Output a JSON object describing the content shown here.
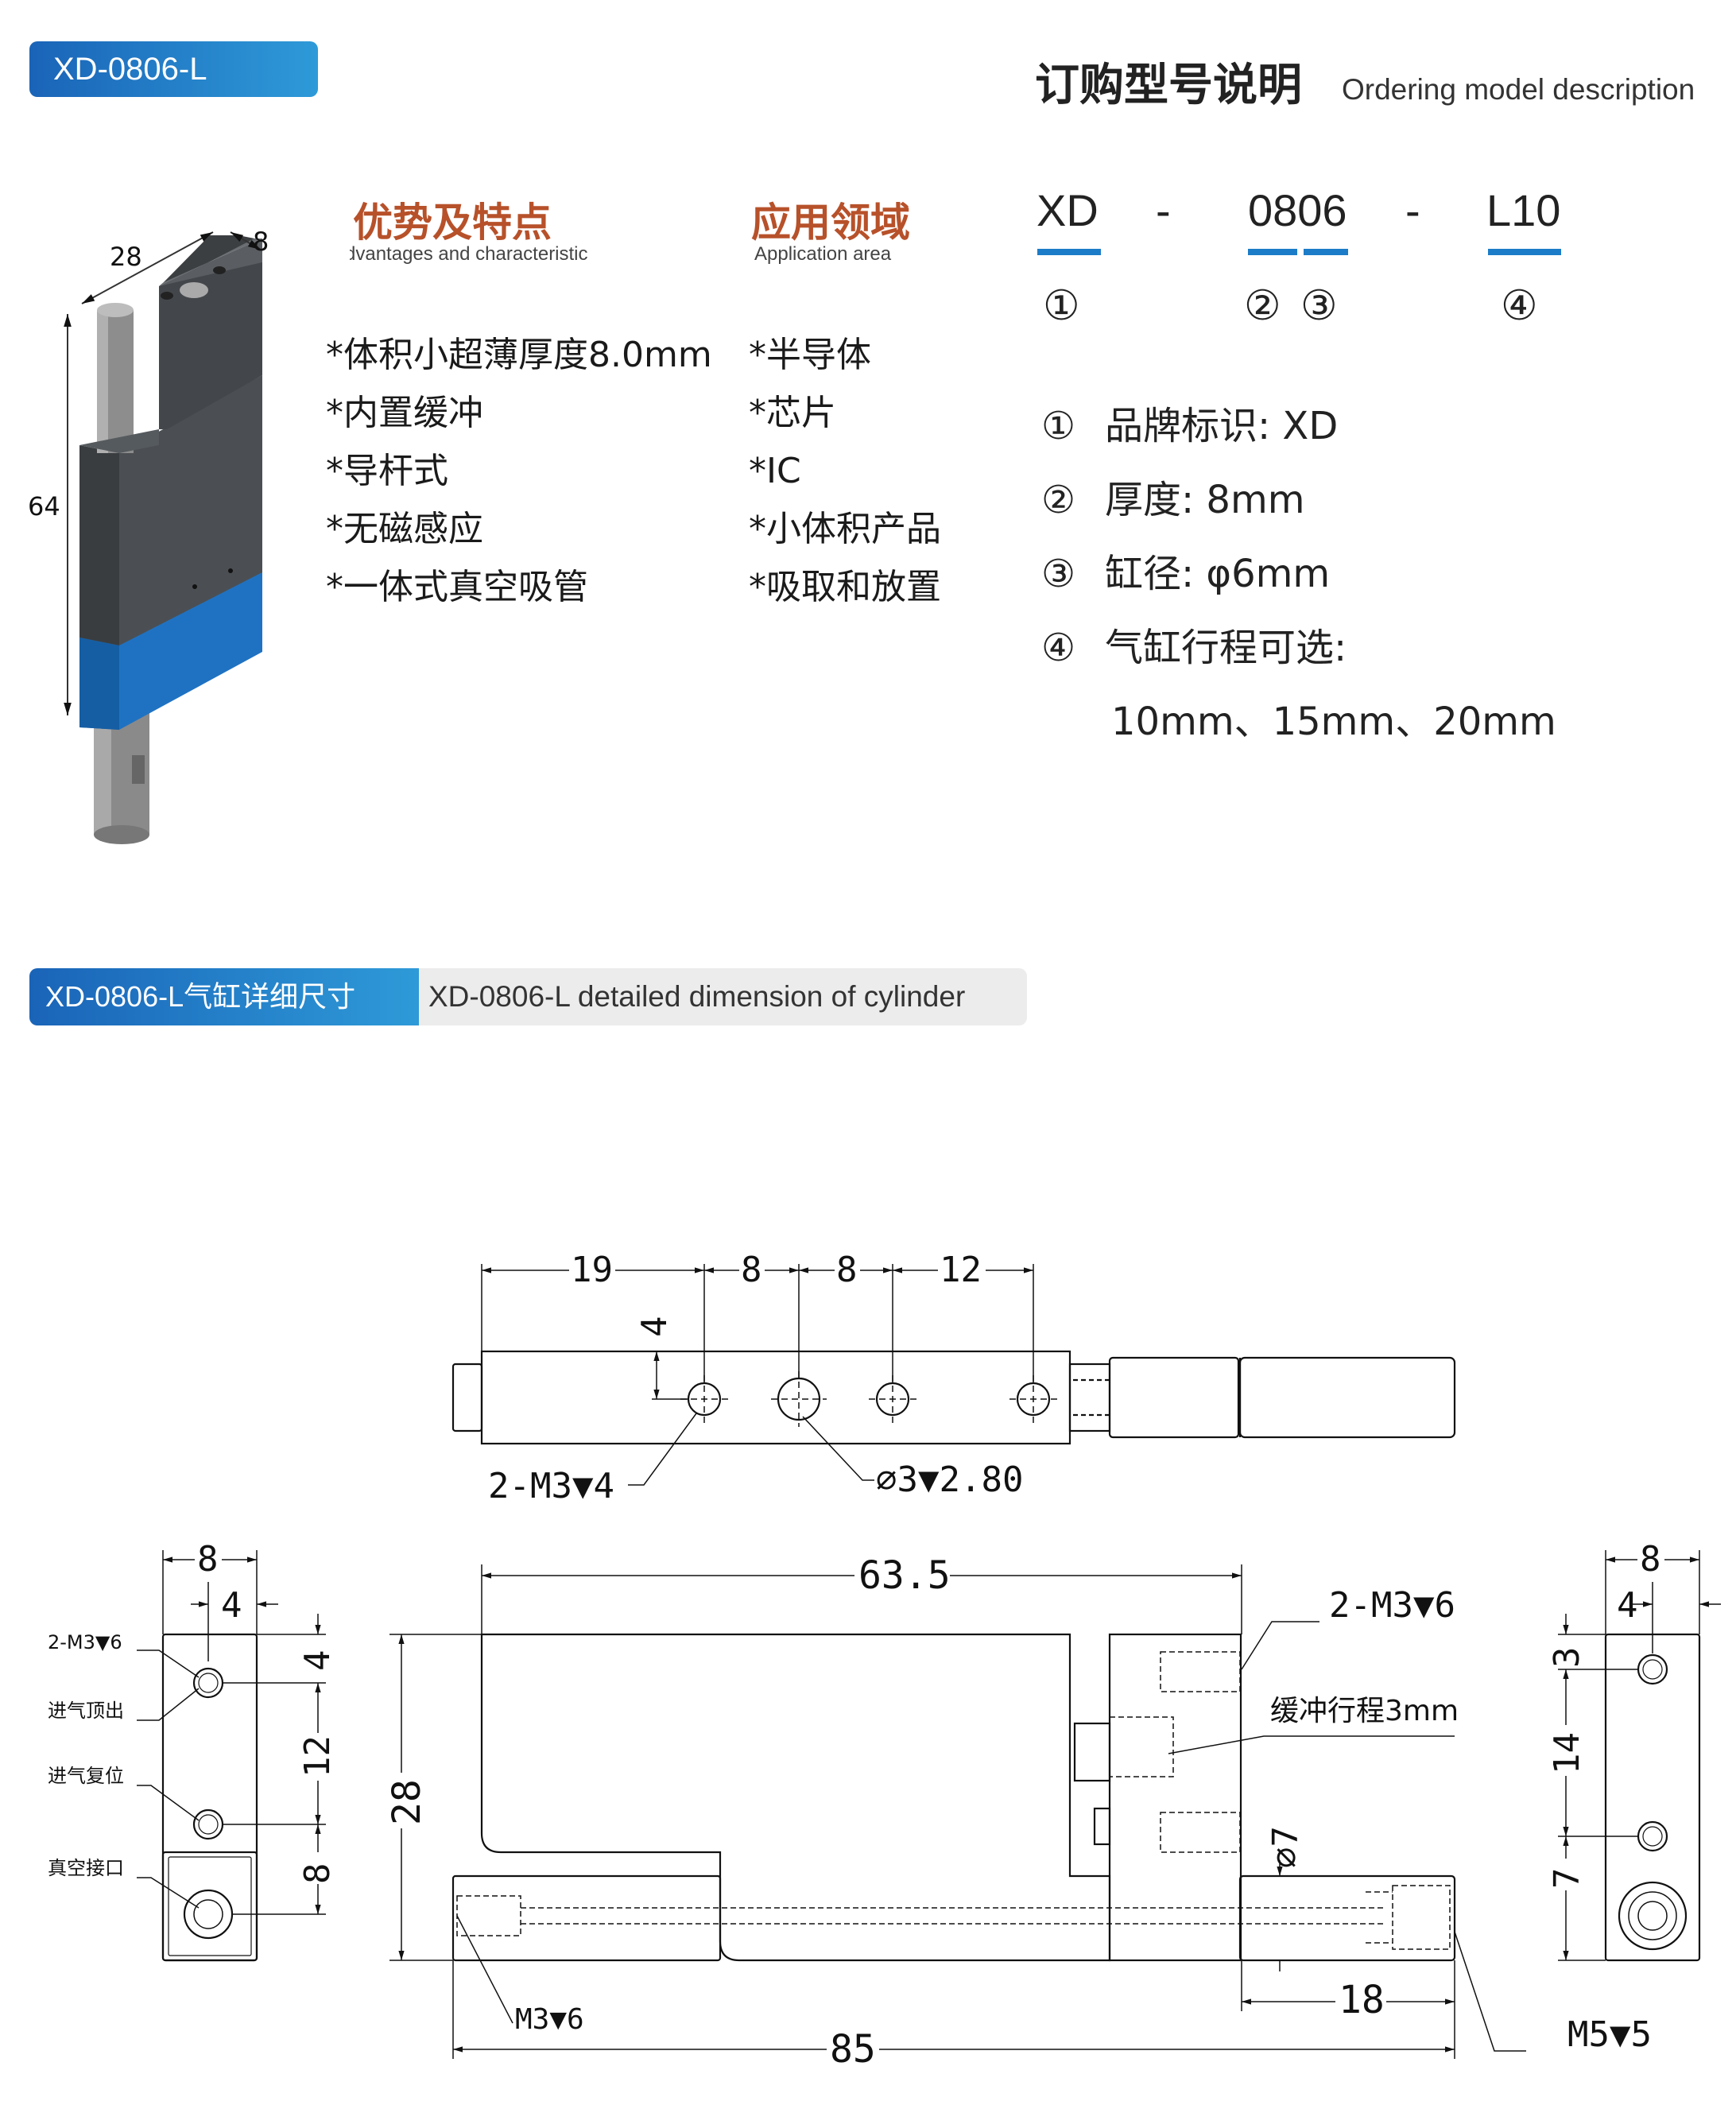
{
  "header": {
    "model_tag": "XD-0806-L",
    "ordering_title": "订购型号说明",
    "ordering_subtitle": "Ordering model description"
  },
  "product_image": {
    "dim_width": "28",
    "dim_depth": "8",
    "dim_height": "64"
  },
  "advantages": {
    "title": "优势及特点",
    "subtitle": "Advantages and characteristics",
    "items": [
      "*体积小超薄厚度8.0mm",
      "*内置缓冲",
      "*导杆式",
      "*无磁感应",
      "*一体式真空吸管"
    ]
  },
  "applications": {
    "title": "应用领域",
    "subtitle": "Application area",
    "items": [
      "*半导体",
      "*芯片",
      "*IC",
      "*小体积产品",
      "*吸取和放置"
    ]
  },
  "model_code": {
    "parts": [
      "XD",
      "-",
      "0806",
      "-",
      "L10"
    ],
    "markers": [
      "①",
      "②",
      "③",
      "④"
    ]
  },
  "specs": [
    {
      "num": "①",
      "text": "品牌标识: XD"
    },
    {
      "num": "②",
      "text": "厚度: 8mm"
    },
    {
      "num": "③",
      "text": "缸径: φ6mm"
    },
    {
      "num": "④",
      "text": "气缸行程可选:"
    }
  ],
  "stroke_options": "10mm、15mm、20mm",
  "dimension_section": {
    "tag_cn": "XD-0806-L气缸详细尺寸",
    "tag_en": "XD-0806-L detailed dimension of cylinder"
  },
  "drawing": {
    "top_view": {
      "dims": [
        "19",
        "8",
        "8",
        "12",
        "4"
      ],
      "callout_left": "2-M3▼4",
      "callout_right": "∅3▼2.80"
    },
    "side_view": {
      "width_top": "8",
      "width_half": "4",
      "vert_dims": [
        "4",
        "12",
        "8"
      ],
      "labels": [
        "2-M3▼6",
        "进气顶出",
        "进气复位",
        "真空接口"
      ]
    },
    "front_view": {
      "length_top": "63.5",
      "height": "28",
      "callout_tr": "2-M3▼6",
      "cushion": "缓冲行程3mm",
      "rod_dia": "∅7",
      "rod_len": "18",
      "bottom_thread": "M3▼6",
      "total_len": "85",
      "end_thread": "M5▼5"
    },
    "end_view": {
      "width_top": "8",
      "width_half": "4",
      "vert_dims": [
        "3",
        "14",
        "7"
      ]
    }
  }
}
